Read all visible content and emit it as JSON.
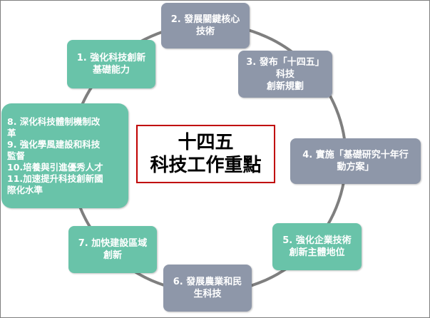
{
  "center": {
    "line1": "十四五",
    "line2": "科技工作重點"
  },
  "nodes": {
    "n1": "1. 強化科技創新\n基礎能力",
    "n2": "2. 發展關鍵核心\n技術",
    "n3": "3. 發布「十四五」科技\n創新規劃",
    "n4": "4. 實施「基礎研究十年行\n動方案」",
    "n5": "5. 強化企業技術\n創新主體地位",
    "n6": "6. 發展農業和民\n生科技",
    "n7": "7. 加快建設區域\n創新",
    "list": [
      "8.   深化科技體制機制改",
      "      革",
      "9.   強化學風建設和科技",
      "      監督",
      "10.培養與引進優秀人才",
      "11.加速提升科技創新國",
      "      際化水準"
    ]
  },
  "colors": {
    "teal": "#69c3a9",
    "slate": "#8e97a9",
    "ring": "#7f7f7f",
    "center_border": "#c00000"
  }
}
